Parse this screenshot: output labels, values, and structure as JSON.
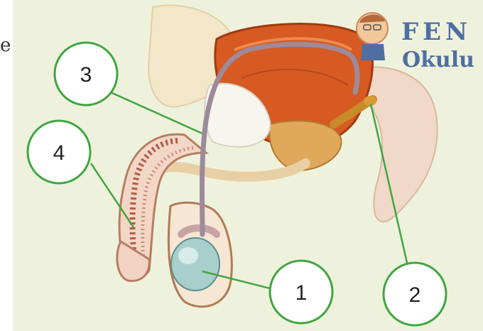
{
  "watermark": {
    "line1": "FEN",
    "line2": "Okulu"
  },
  "edge_char": "e",
  "callouts": [
    {
      "id": "callout-1",
      "label": "1"
    },
    {
      "id": "callout-2",
      "label": "2"
    },
    {
      "id": "callout-3",
      "label": "3"
    },
    {
      "id": "callout-4",
      "label": "4"
    }
  ],
  "colors": {
    "background": "#eef2dd",
    "callout_ring": "#3fa640",
    "leader_line": "#3fa640",
    "watermark": "#4f6fa2"
  }
}
